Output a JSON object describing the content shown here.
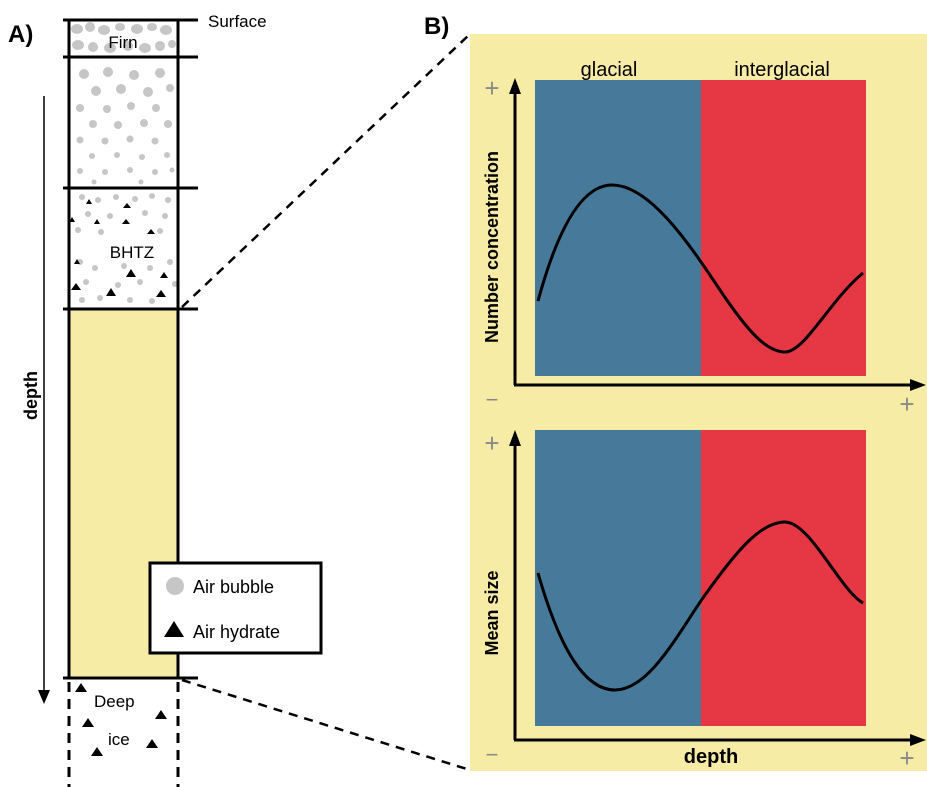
{
  "panel_a": {
    "label": "A)",
    "surface_label": "Surface",
    "firn_label": "Firn",
    "bhtz_label": "BHTZ",
    "deep_ice_line1": "Deep",
    "deep_ice_line2": "ice",
    "depth_label": "depth",
    "legend": {
      "bubble_label": "Air bubble",
      "hydrate_label": "Air hydrate"
    },
    "colors": {
      "highlight": "#f7eca5",
      "bubble": "#c6c6c6",
      "hydrate": "#000000"
    }
  },
  "panel_b": {
    "label": "B)",
    "background": "#f7eca5",
    "phase_labels": [
      "glacial",
      "interglacial"
    ],
    "phase_colors": [
      "#47799b",
      "#e63744"
    ],
    "axis_plus": "+",
    "axis_minus": "−",
    "top_plot": {
      "ylabel": "Number concentration"
    },
    "bottom_plot": {
      "ylabel": "Mean size",
      "xlabel": "depth"
    }
  }
}
